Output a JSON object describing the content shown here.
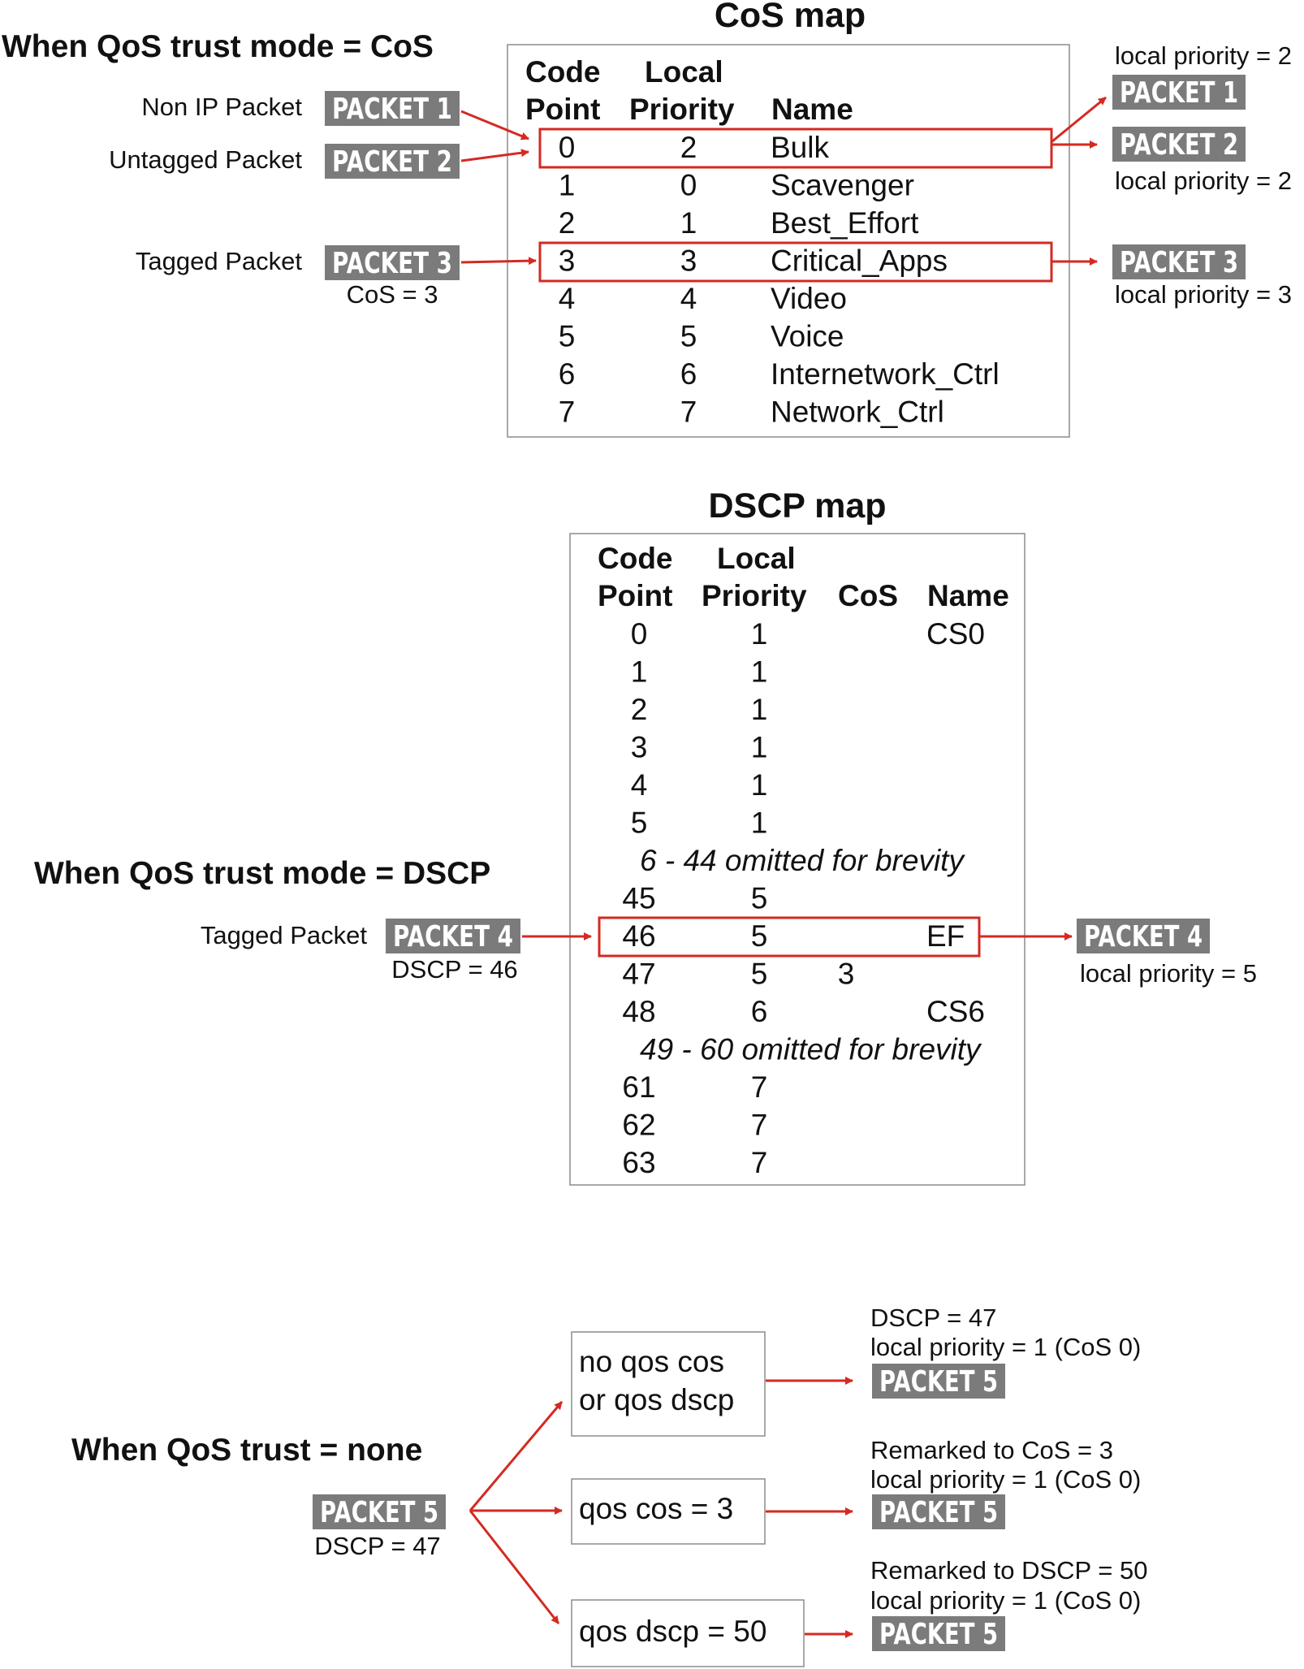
{
  "cos_section": {
    "heading": "When QoS trust mode = CoS",
    "map_title": "CoS map",
    "columns": [
      {
        "l1": "Code",
        "l2": "Point"
      },
      {
        "l1": "Local",
        "l2": "Priority"
      },
      {
        "l1": "",
        "l2": "Name"
      }
    ],
    "rows": [
      {
        "cp": "0",
        "lp": "2",
        "name": "Bulk"
      },
      {
        "cp": "1",
        "lp": "0",
        "name": "Scavenger"
      },
      {
        "cp": "2",
        "lp": "1",
        "name": "Best_Effort"
      },
      {
        "cp": "3",
        "lp": "3",
        "name": "Critical_Apps"
      },
      {
        "cp": "4",
        "lp": "4",
        "name": "Video"
      },
      {
        "cp": "5",
        "lp": "5",
        "name": "Voice"
      },
      {
        "cp": "6",
        "lp": "6",
        "name": "Internetwork_Ctrl"
      },
      {
        "cp": "7",
        "lp": "7",
        "name": "Network_Ctrl"
      }
    ],
    "inputs": [
      {
        "label": "Non IP Packet",
        "packet": "PACKET 1",
        "sub": ""
      },
      {
        "label": "Untagged Packet",
        "packet": "PACKET 2",
        "sub": ""
      },
      {
        "label": "Tagged Packet",
        "packet": "PACKET 3",
        "sub": "CoS = 3"
      }
    ],
    "outputs": [
      {
        "packet": "PACKET 1",
        "note": "local priority = 2"
      },
      {
        "packet": "PACKET 2",
        "note": "local priority = 2"
      },
      {
        "packet": "PACKET 3",
        "note": "local priority = 3"
      }
    ]
  },
  "dscp_section": {
    "heading": "When QoS trust mode = DSCP",
    "map_title": "DSCP map",
    "columns": [
      {
        "l1": "Code",
        "l2": "Point"
      },
      {
        "l1": "Local",
        "l2": "Priority"
      },
      {
        "l1": "",
        "l2": "CoS"
      },
      {
        "l1": "",
        "l2": "Name"
      }
    ],
    "rows": [
      {
        "cp": "0",
        "lp": "1",
        "cos": "",
        "name": "CS0"
      },
      {
        "cp": "1",
        "lp": "1",
        "cos": "",
        "name": ""
      },
      {
        "cp": "2",
        "lp": "1",
        "cos": "",
        "name": ""
      },
      {
        "cp": "3",
        "lp": "1",
        "cos": "",
        "name": ""
      },
      {
        "cp": "4",
        "lp": "1",
        "cos": "",
        "name": ""
      },
      {
        "cp": "5",
        "lp": "1",
        "cos": "",
        "name": ""
      },
      {
        "omitted": "6 - 44 omitted for brevity"
      },
      {
        "cp": "45",
        "lp": "5",
        "cos": "",
        "name": ""
      },
      {
        "cp": "46",
        "lp": "5",
        "cos": "",
        "name": "EF"
      },
      {
        "cp": "47",
        "lp": "5",
        "cos": "3",
        "name": ""
      },
      {
        "cp": "48",
        "lp": "6",
        "cos": "",
        "name": "CS6"
      },
      {
        "omitted": "49 - 60 omitted for brevity"
      },
      {
        "cp": "61",
        "lp": "7",
        "cos": "",
        "name": ""
      },
      {
        "cp": "62",
        "lp": "7",
        "cos": "",
        "name": ""
      },
      {
        "cp": "63",
        "lp": "7",
        "cos": "",
        "name": ""
      }
    ],
    "input": {
      "label": "Tagged Packet",
      "packet": "PACKET 4",
      "sub": "DSCP = 46"
    },
    "output": {
      "packet": "PACKET 4",
      "note": "local priority = 5"
    }
  },
  "none_section": {
    "heading": "When QoS trust = none",
    "input": {
      "packet": "PACKET 5",
      "sub": "DSCP = 47"
    },
    "configs": [
      {
        "lines": [
          "no qos cos",
          "or qos dscp"
        ],
        "notes": [
          "DSCP = 47",
          "local priority = 1 (CoS 0)"
        ],
        "packet": "PACKET 5"
      },
      {
        "lines": [
          "qos cos = 3"
        ],
        "notes": [
          "Remarked to CoS = 3",
          "local priority = 1 (CoS 0)"
        ],
        "packet": "PACKET 5"
      },
      {
        "lines": [
          "qos dscp = 50"
        ],
        "notes": [
          "Remarked to DSCP = 50",
          "local priority = 1 (CoS 0)"
        ],
        "packet": "PACKET 5"
      }
    ]
  },
  "colors": {
    "accent_red": "#d32a22",
    "packet_gray": "#7b7b7b",
    "box_border": "#8c8c8c",
    "text": "#111111"
  }
}
